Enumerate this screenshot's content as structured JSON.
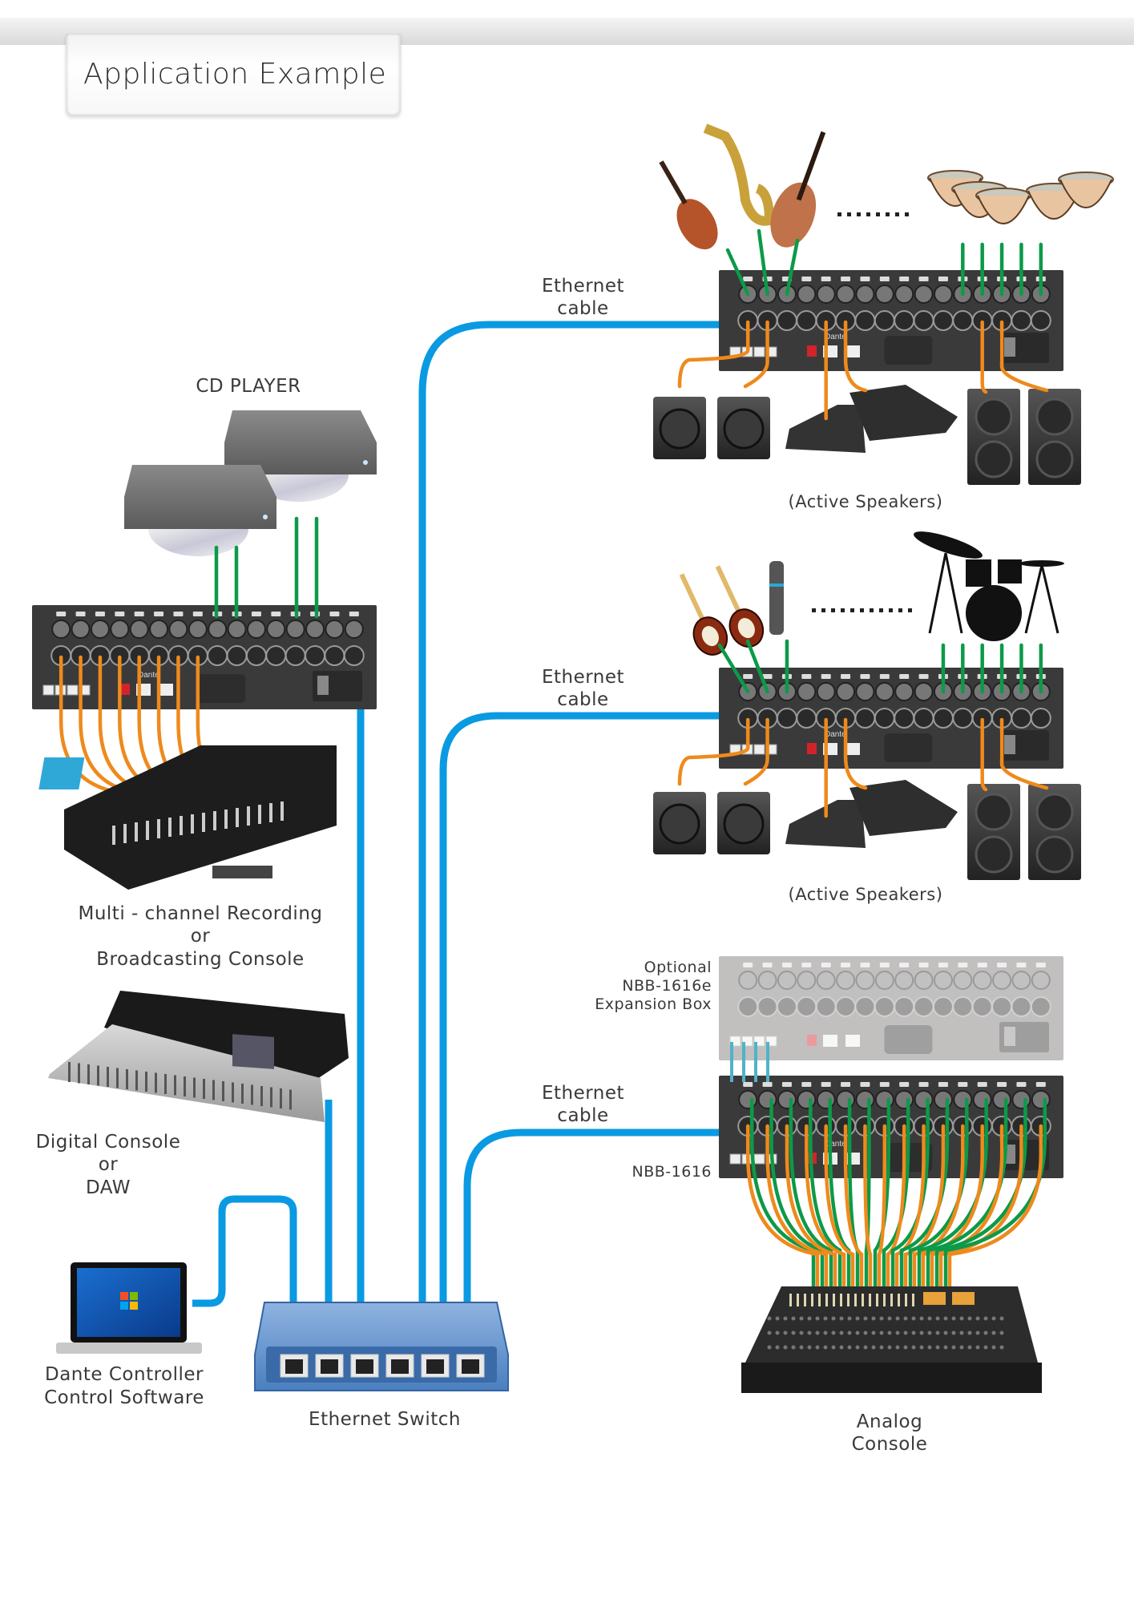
{
  "title": "Application Example",
  "colors": {
    "ethernet_cable": "#0a9ae2",
    "input_cable": "#0c9a48",
    "output_cable": "#ee8a1c",
    "rack_panel": "#3b3a3a",
    "switch_body": "#4a7fbf",
    "expansion_link": "#4fb3c8"
  },
  "labels": {
    "cd_player": "CD PLAYER",
    "recording_console": [
      "Multi - channel Recording",
      "or",
      "Broadcasting Console"
    ],
    "digital_console": [
      "Digital Console",
      "or",
      "DAW"
    ],
    "dante_controller": [
      "Dante Controller",
      "Control Software"
    ],
    "ethernet_switch": "Ethernet Switch",
    "ethernet_cable_1": [
      "Ethernet",
      "cable"
    ],
    "ethernet_cable_2": [
      "Ethernet",
      "cable"
    ],
    "ethernet_cable_3": [
      "Ethernet",
      "cable"
    ],
    "active_speakers_1": "(Active Speakers)",
    "active_speakers_2": "(Active Speakers)",
    "expansion_box": [
      "Optional",
      "NBB-1616e",
      "Expansion Box"
    ],
    "nbb_1616": "NBB-1616",
    "analog_console": [
      "Analog",
      "Console"
    ]
  },
  "devices": {
    "rack_brand": "Dante",
    "switch_ports": 6,
    "rack_inputs": 16,
    "rack_outputs": 16,
    "orchestra_instruments": [
      "violin",
      "saxophone",
      "double-bass",
      "timpani"
    ],
    "band_instruments": [
      "electric-guitar",
      "electric-guitar",
      "microphone",
      "drum-kit"
    ],
    "speakers": [
      "subwoofer",
      "subwoofer",
      "stage-monitor",
      "stage-monitor",
      "bookshelf-speaker",
      "bookshelf-speaker"
    ]
  }
}
